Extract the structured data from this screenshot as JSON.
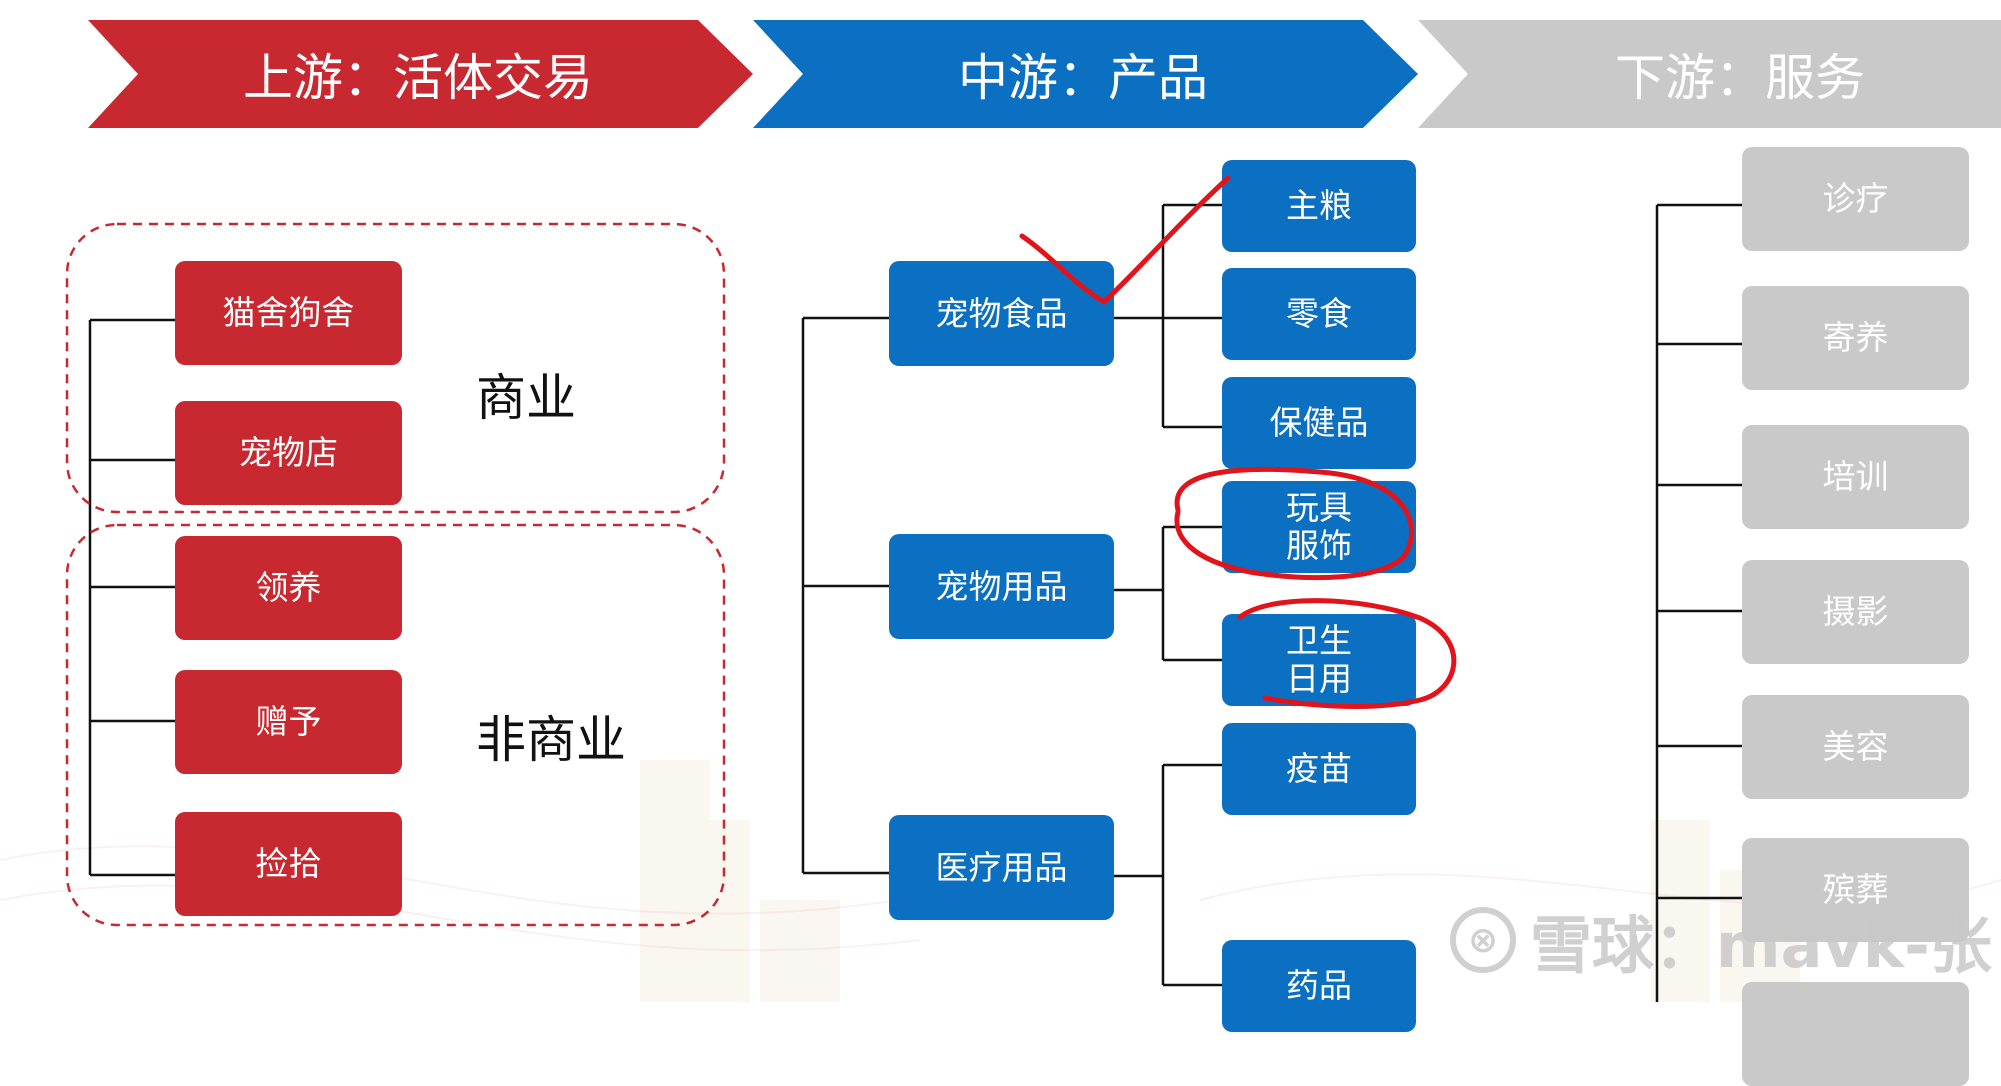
{
  "headers": {
    "upstream": "上游：活体交易",
    "midstream": "中游：产品",
    "downstream": "下游：服务"
  },
  "upstream": {
    "commercial_label": "商业",
    "noncommercial_label": "非商业",
    "commercial_items": [
      "猫舍狗舍",
      "宠物店"
    ],
    "noncommercial_items": [
      "领养",
      "赠予",
      "捡拾"
    ]
  },
  "midstream": {
    "categories": [
      "宠物食品",
      "宠物用品",
      "医疗用品"
    ],
    "food_items": [
      "主粮",
      "零食",
      "保健品"
    ],
    "supplies_items": [
      "玩具\n服饰",
      "卫生\n日用"
    ],
    "medical_items": [
      "疫苗",
      "药品"
    ]
  },
  "downstream": {
    "items": [
      "诊疗",
      "寄养",
      "培训",
      "摄影",
      "美容",
      "殡葬"
    ]
  },
  "watermark": {
    "text": "雪球：mavk-张"
  },
  "colors": {
    "upstream": "#c8282f",
    "midstream": "#0b6fc2",
    "downstream": "#c9c9c9",
    "annotation": "#e1141c"
  }
}
